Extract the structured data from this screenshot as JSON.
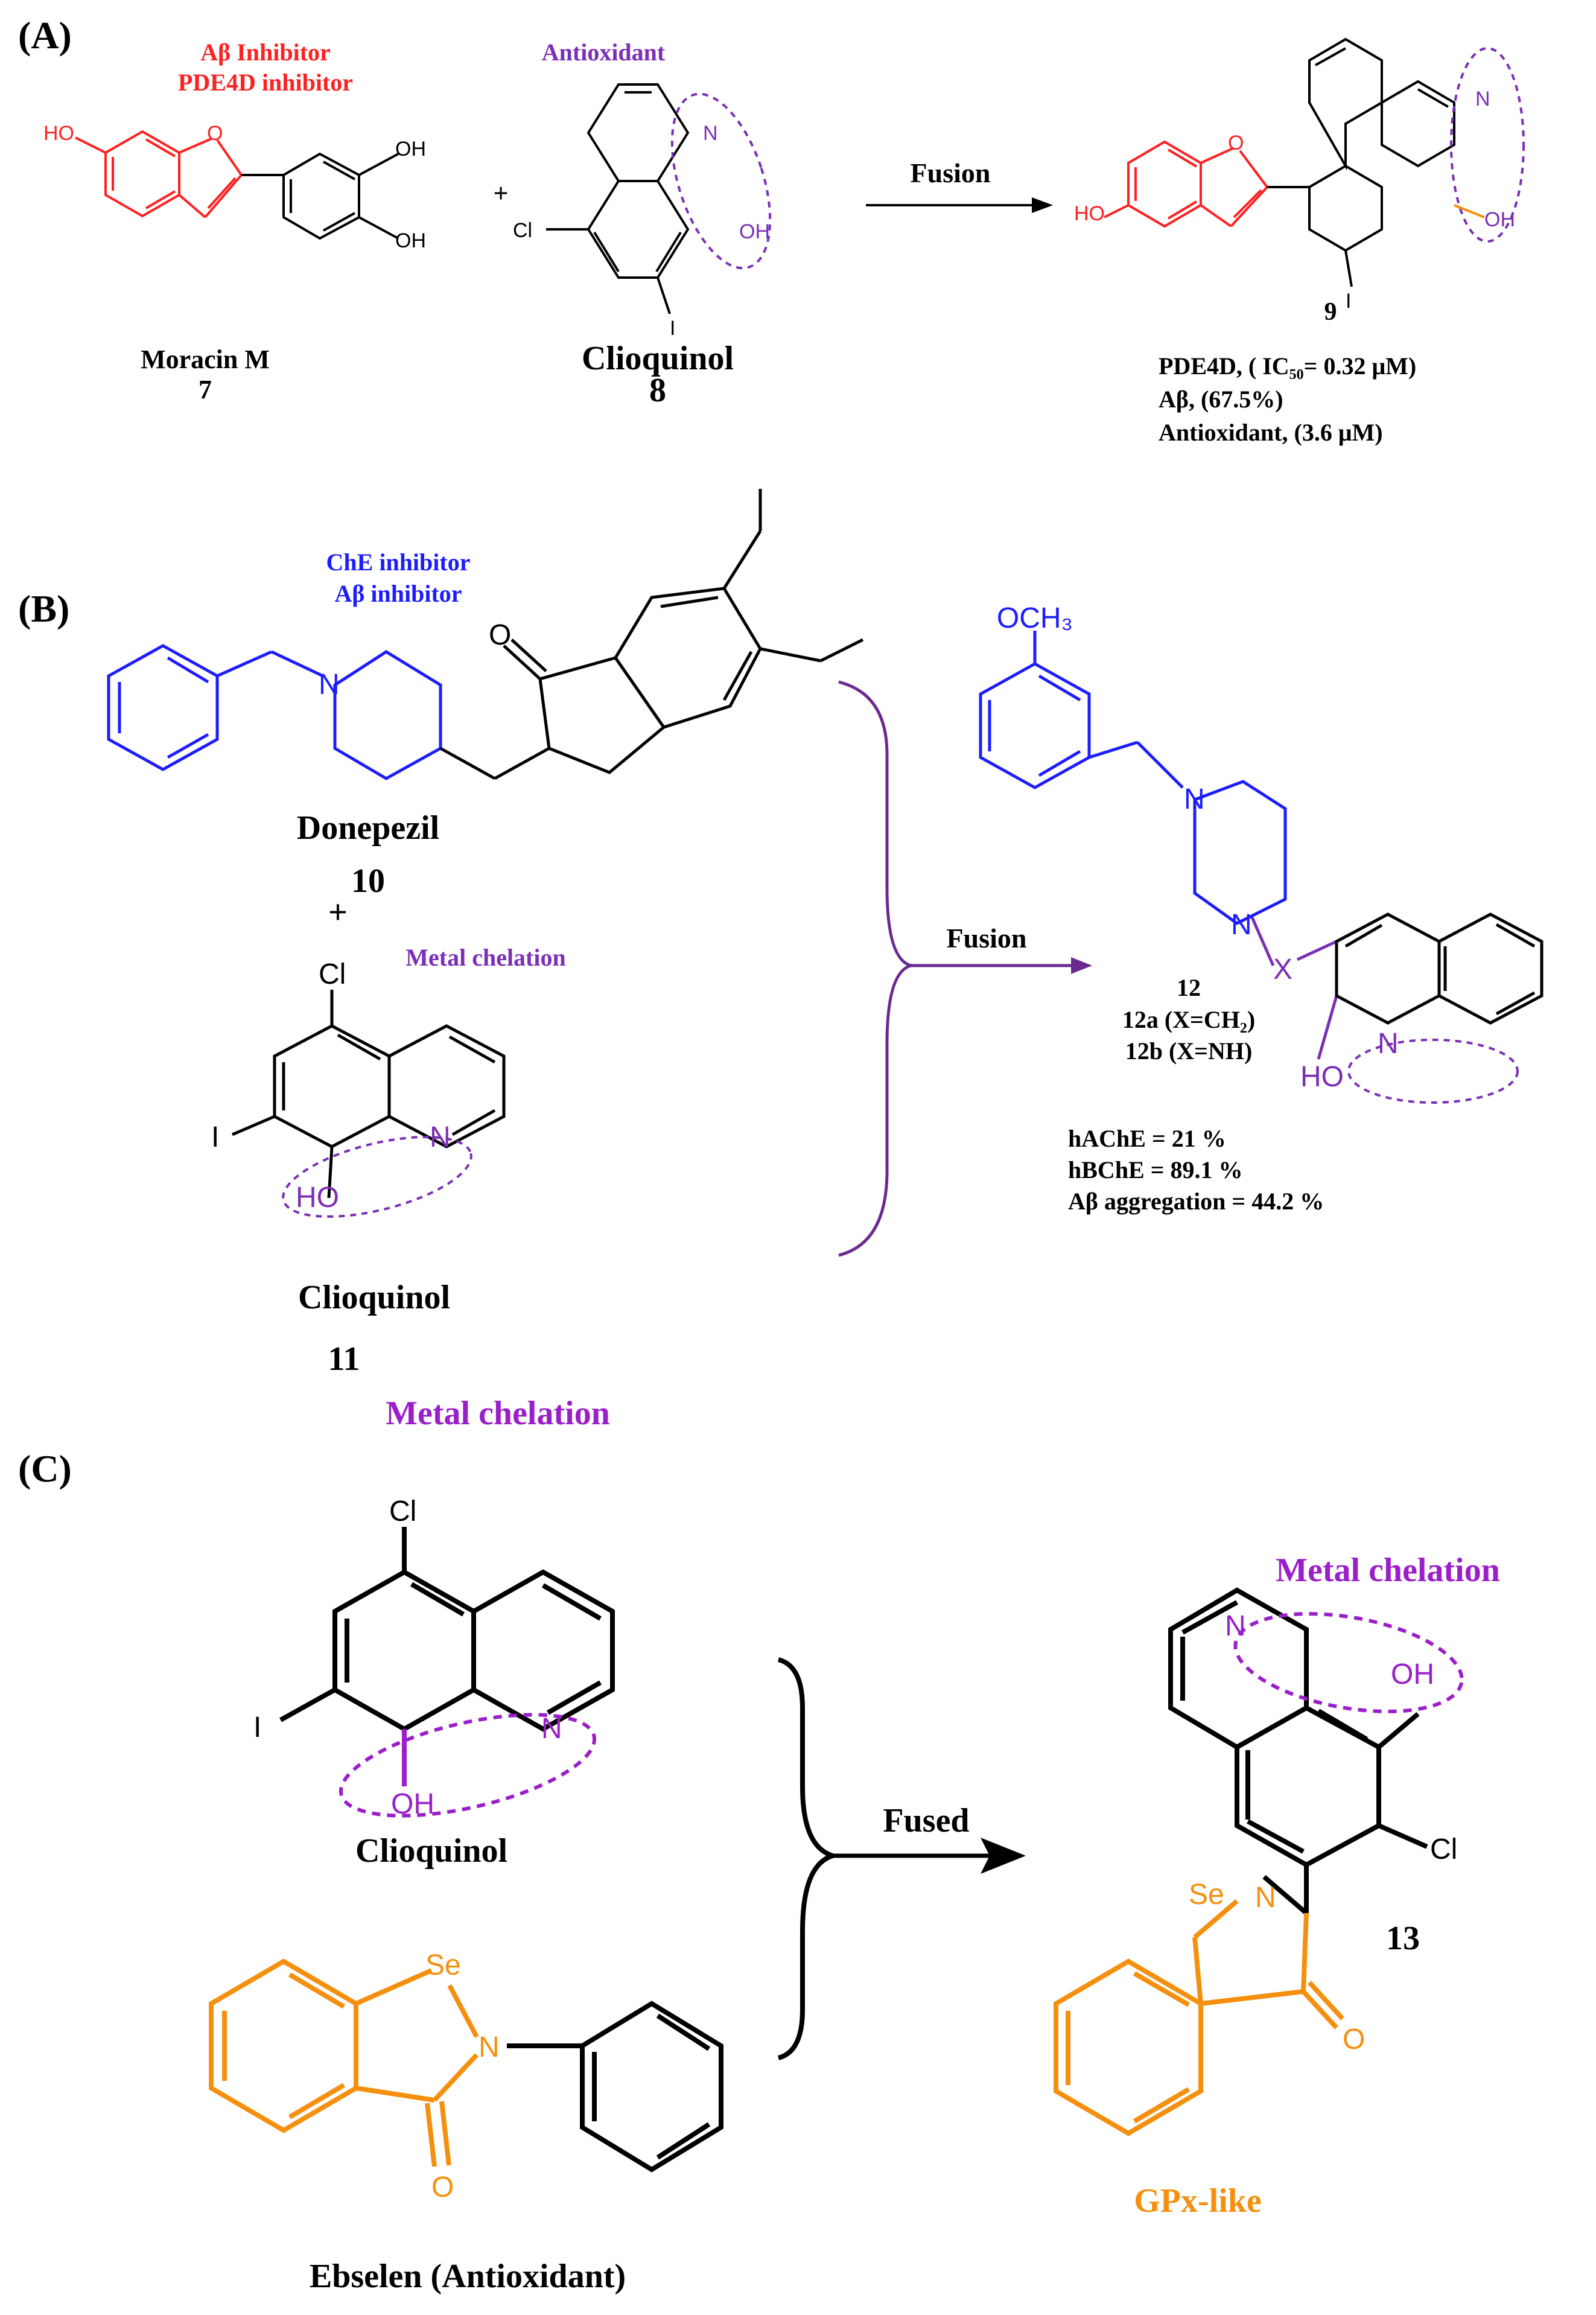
{
  "colors": {
    "red": "#ff2020",
    "purple": "#7b2fb5",
    "violet": "#9b1fc9",
    "blue": "#1c1cff",
    "orange": "#f5900f",
    "black": "#000000",
    "arrow_purple": "#6b2a8f"
  },
  "panel_a": {
    "label": "(A)",
    "moracin": {
      "tag1": "Aβ Inhibitor",
      "tag2": "PDE4D inhibitor",
      "name": "Moracin M",
      "number": "7"
    },
    "clioquinol": {
      "tag": "Antioxidant",
      "name": "Clioquinol",
      "number": "8"
    },
    "plus": "+",
    "arrow_label": "Fusion",
    "product": {
      "number": "9",
      "stat1": "PDE4D, ( IC₅₀= 0.32 μM)",
      "stat2": "Aβ, (67.5%)",
      "stat3": "Antioxidant, (3.6 μM)"
    },
    "atoms": {
      "ho": "HO",
      "oh": "OH",
      "o": "O",
      "n": "N",
      "cl": "Cl",
      "i": "I"
    }
  },
  "panel_b": {
    "label": "(B)",
    "donepezil": {
      "tag1": "ChE inhibitor",
      "tag2": "Aβ inhibitor",
      "name": "Donepezil",
      "number": "10"
    },
    "plus": "+",
    "metal_tag": "Metal chelation",
    "clioquinol": {
      "name": "Clioquinol",
      "number": "11"
    },
    "arrow_label": "Fusion",
    "product": {
      "number": "12",
      "variant_a": "12a (X=CH₂)",
      "variant_b": "12b (X=NH)",
      "stat1": "hAChE = 21 %",
      "stat2": "hBChE = 89.1 %",
      "stat3": "Aβ aggregation = 44.2 %",
      "och3": "OCH₃",
      "x": "X"
    },
    "atoms": {
      "ho": "HO",
      "o": "O",
      "n": "N",
      "cl": "Cl",
      "i": "I"
    }
  },
  "panel_c": {
    "label": "(C)",
    "metal_tag_left": "Metal chelation",
    "clioquinol_name": "Clioquinol",
    "ebselen_name": "Ebselen (Antioxidant)",
    "arrow_label": "Fused",
    "metal_tag_right": "Metal chelation",
    "product_number": "13",
    "gpx_tag": "GPx-like",
    "atoms": {
      "cl": "Cl",
      "i": "I",
      "oh": "OH",
      "n": "N",
      "se": "Se",
      "o": "O"
    }
  }
}
